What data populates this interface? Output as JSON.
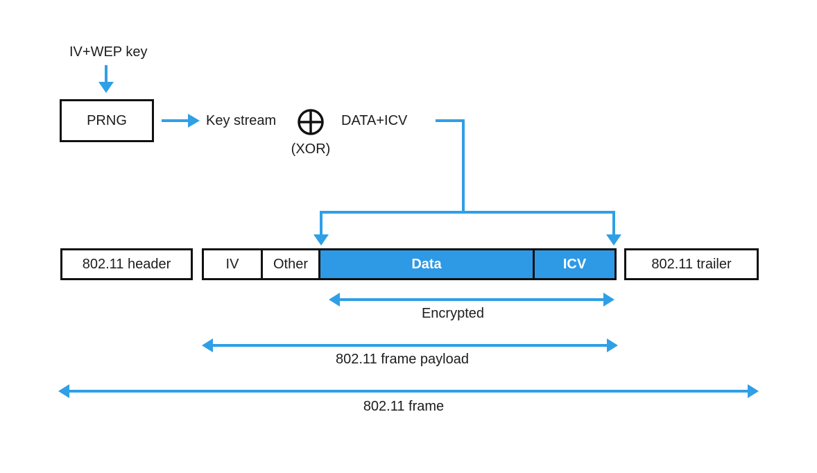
{
  "colors": {
    "accent": "#2f9fe6",
    "box-fill": "#2e99e5",
    "ink": "#1c1c1c",
    "border": "#111111"
  },
  "keygen": {
    "input": "IV+WEP key",
    "prng": "PRNG",
    "keystream": "Key stream",
    "xor_caption": "(XOR)",
    "plaintext": "DATA+ICV"
  },
  "frame": {
    "header": "802.11 header",
    "fields": [
      {
        "label": "IV"
      },
      {
        "label": "Other"
      },
      {
        "label": "Data"
      },
      {
        "label": "ICV"
      }
    ],
    "trailer": "802.11 trailer"
  },
  "spans": {
    "encrypted": "Encrypted",
    "payload": "802.11 frame payload",
    "frame": "802.11 frame"
  }
}
